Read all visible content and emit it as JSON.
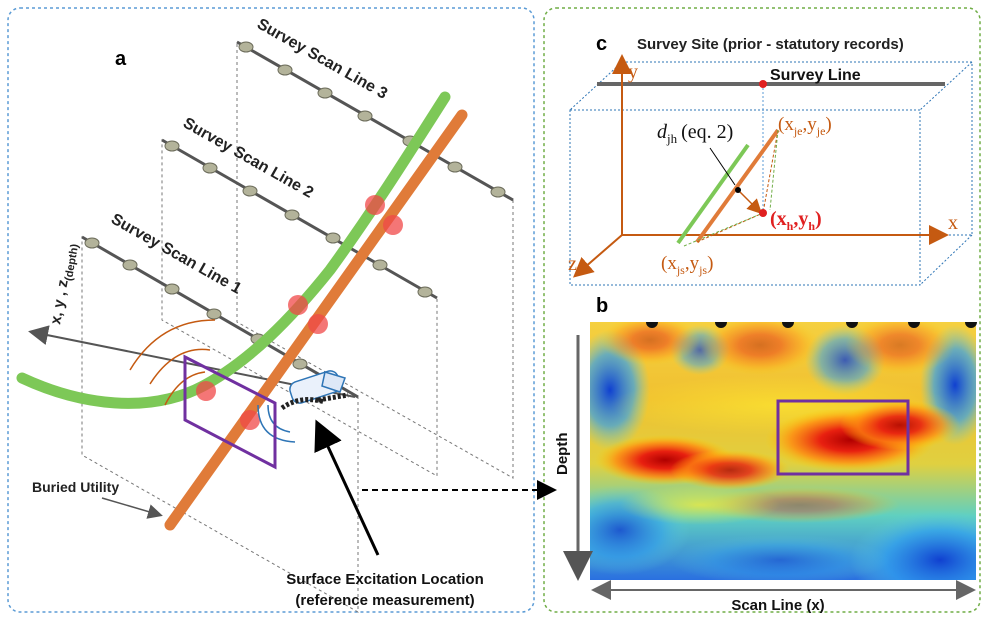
{
  "panel_a": {
    "letter": "a",
    "scan_line_1": "Survey Scan Line 1",
    "scan_line_2": "Survey Scan Line 2",
    "scan_line_3": "Survey Scan Line 3",
    "axes_label": "x, y , z",
    "axes_sub": "(depth)",
    "buried_utility": "Buried Utility",
    "excitation_line1": "Surface Excitation Location",
    "excitation_line2": "(reference measurement)"
  },
  "panel_c": {
    "letter": "c",
    "title": "Survey Site (prior - statutory records)",
    "survey_line": "Survey Line",
    "axis_x": "x",
    "axis_y": "y",
    "axis_z": "z",
    "d_label": "d",
    "d_sub": "jh",
    "eq_label": "(eq. 2)",
    "pt_je": "(x",
    "pt_je_sub1": "je",
    "pt_je_mid": ",y",
    "pt_je_sub2": "je",
    "pt_je_end": ")",
    "pt_h": "(x",
    "pt_h_sub1": "h",
    "pt_h_mid": ",y",
    "pt_h_sub2": "h",
    "pt_h_end": ")",
    "pt_js": "(x",
    "pt_js_sub1": "js",
    "pt_js_mid": ",y",
    "pt_js_sub2": "js",
    "pt_js_end": ")"
  },
  "panel_b": {
    "letter": "b",
    "ylabel": "Depth",
    "xlabel": "Scan Line (x)"
  },
  "colors": {
    "orange_utility": "#e07b39",
    "green_utility": "#7dc857",
    "red_marker": "#f04848",
    "purple_box": "#7030a0",
    "axis_brown": "#c55a11",
    "panel_border_blue": "#5b9bd5",
    "panel_border_green": "#70ad47"
  }
}
